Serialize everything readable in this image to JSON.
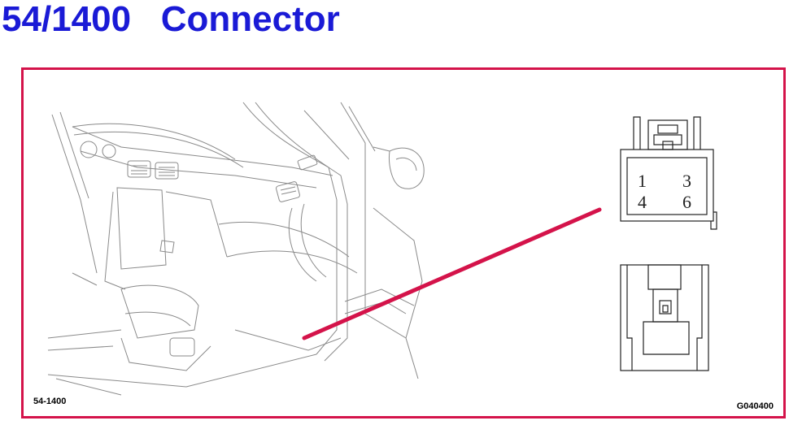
{
  "header": {
    "title": "54/1400   Connector"
  },
  "figure": {
    "code_left": "54-1400",
    "code_right": "G040400",
    "leader_color": "#d4134a",
    "frame_color": "#d4134a",
    "title_color": "#1a1ad6"
  },
  "connector": {
    "pins": {
      "p1": "1",
      "p3": "3",
      "p4": "4",
      "p6": "6"
    }
  }
}
